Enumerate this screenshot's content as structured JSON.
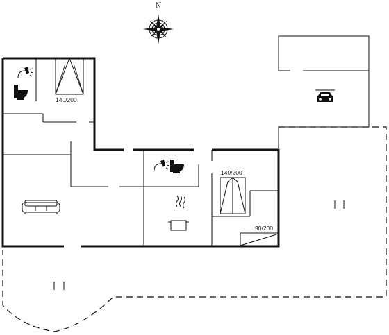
{
  "compass": {
    "label": "N"
  },
  "bed_labels": {
    "bedroom_1": "140/200",
    "bedroom_2": "140/200",
    "bed_small": "90/200"
  },
  "icons": [
    "compass-rose-icon",
    "shower-icon",
    "toilet-icon",
    "double-bed-icon",
    "sofa-icon",
    "cooking-pot-icon",
    "car-icon",
    "terrace-marker-icon"
  ]
}
